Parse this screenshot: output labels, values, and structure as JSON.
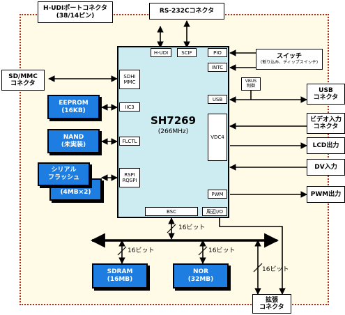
{
  "cpu": {
    "name": "SH7269",
    "clock": "(266MHz)"
  },
  "cpu_ports": {
    "hudi": "H-UDI",
    "scif": "SCIF",
    "pio": "PIO",
    "intc": "INTC",
    "sdhi": "SDHI",
    "mmc": "MMC",
    "iic3": "IIC3",
    "usb": "USB",
    "vdc4": "VDC4",
    "flctl": "FLCTL",
    "rspi": "RSPI",
    "rqspi": "RQSPI",
    "pwm": "PWM",
    "bsc": "BSC",
    "periph_io": "周辺I/O"
  },
  "external": {
    "hudi_connector": [
      "H-UDIポートコネクタ",
      "(38/14ピン)"
    ],
    "rs232c": "RS-232Cコネクタ",
    "switch": [
      "スイッチ",
      "(割り込み、ディップスイッチ)"
    ],
    "vbus": [
      "VBUS",
      "制御"
    ],
    "usb_connector": [
      "USB",
      "コネクタ"
    ],
    "video_in": [
      "ビデオ入力",
      "コネクタ"
    ],
    "lcd_out": "LCD出力",
    "dv_in": "DV入力",
    "pwm_out": "PWM出力",
    "sdmmc": [
      "SD/MMC",
      "コネクタ"
    ],
    "expansion": [
      "拡張",
      "コネクタ"
    ]
  },
  "memories": {
    "eeprom": [
      "EEPROM",
      "(16KB)"
    ],
    "nand": [
      "NAND",
      "(未実装)"
    ],
    "serial_flash": [
      "シリアル",
      "フラッシュ"
    ],
    "serial_flash_size": "(4MB×2)",
    "sdram": [
      "SDRAM",
      "(16MB)"
    ],
    "nor": [
      "NOR",
      "(32MB)"
    ]
  },
  "bus_labels": {
    "main": "16ビット",
    "sdram": "16ビット",
    "nor": "16ビット",
    "expansion": "16ビット"
  }
}
